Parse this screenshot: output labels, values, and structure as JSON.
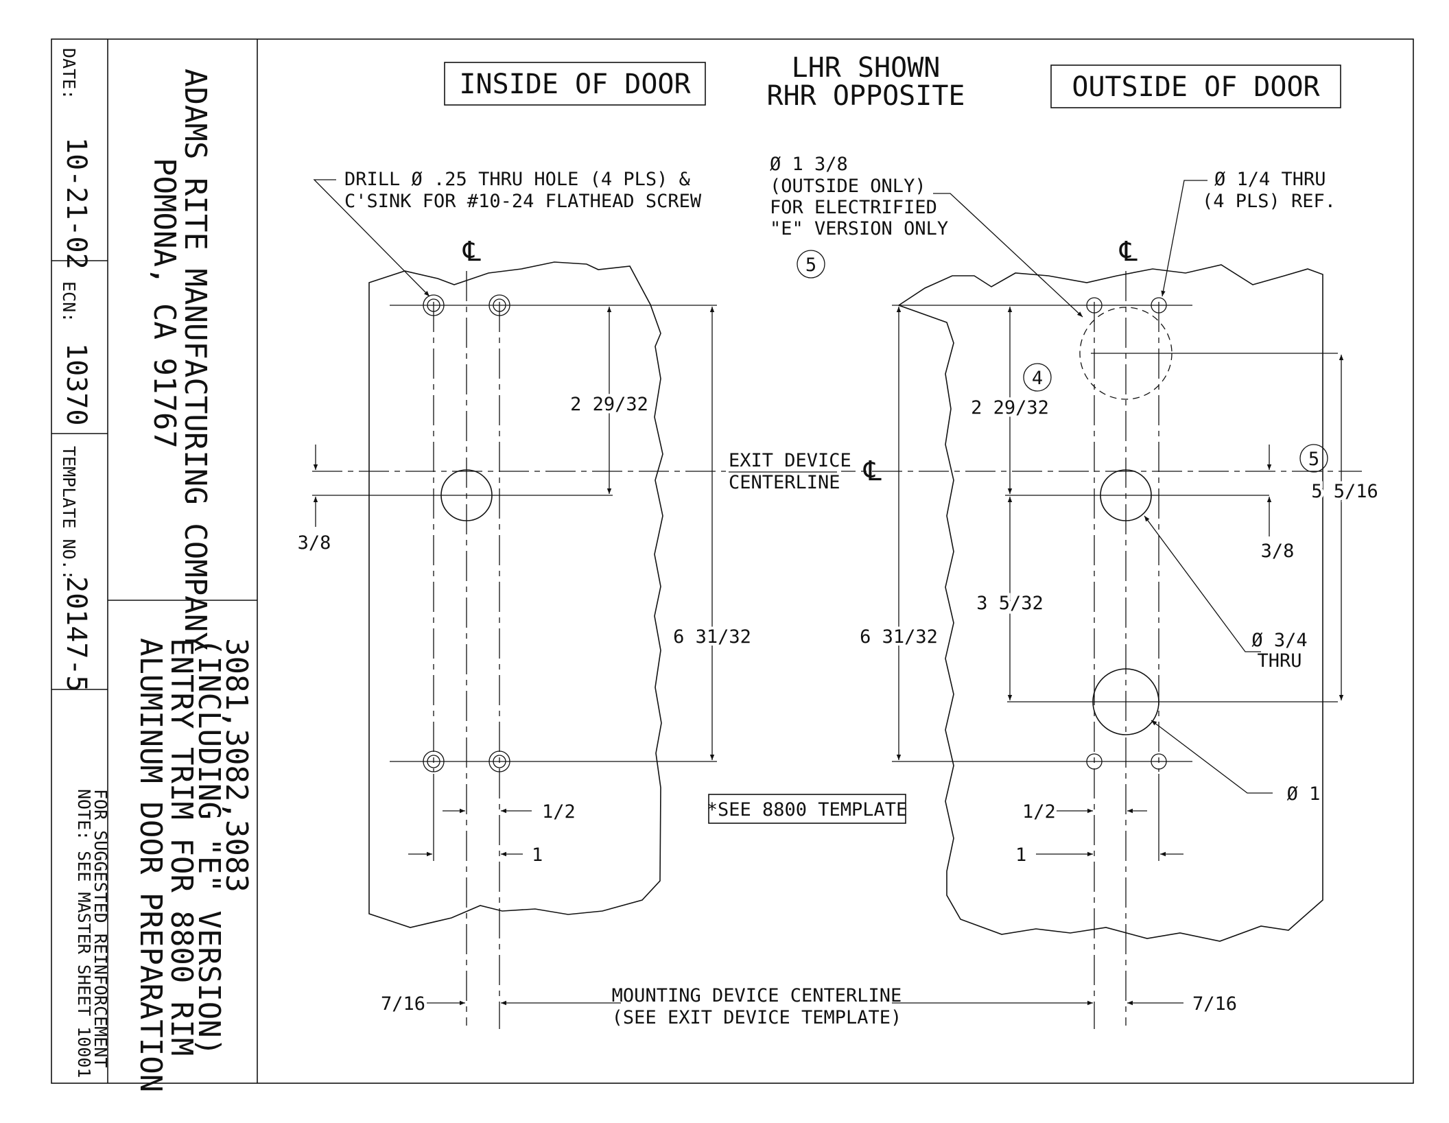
{
  "title_block": {
    "date_label": "DATE:",
    "date": "10-21-02",
    "ecn_label": "ECN:",
    "ecn": "10370",
    "template_label": "TEMPLATE NO.:",
    "template_no": "20147-5",
    "note_line1": "NOTE: SEE MASTER SHEET 10001",
    "note_line2": "FOR SUGGESTED REINFORCEMENT",
    "company_line1": "ADAMS RITE MANUFACTURING COMPANY",
    "company_line2": "POMONA, CA 91767",
    "desc_line1": "3081,3082,3083",
    "desc_line2": "(INCLUDING \"E\" VERSION)",
    "desc_line3": "ENTRY TRIM FOR 8800 RIM",
    "desc_line4": "ALUMINUM DOOR PREPARATION"
  },
  "drawing": {
    "inside_label": "INSIDE OF DOOR",
    "outside_label": "OUTSIDE OF DOOR",
    "hand_line1": "LHR SHOWN",
    "hand_line2": "RHR OPPOSITE",
    "drill_note_line1": "DRILL Ø .25 THRU HOLE (4 PLS) &",
    "drill_note_line2": "C'SINK FOR #10-24 FLATHEAD SCREW",
    "e_note_line1": "Ø 1 3/8",
    "e_note_line2": "(OUTSIDE ONLY)",
    "e_note_line3": "FOR ELECTRIFIED",
    "e_note_line4": "\"E\" VERSION ONLY",
    "thru_note_line1": "Ø 1/4 THRU",
    "thru_note_line2": "(4 PLS) REF.",
    "callout_5a": "5",
    "callout_4": "4",
    "callout_5b": "5",
    "centerline_symbol": "℄",
    "exit_line1": "EXIT DEVICE",
    "exit_line2": "CENTERLINE",
    "dim_left_2_29_32": "2 29/32",
    "dim_left_3_8": "3/8",
    "dim_left_6_31_32": "6 31/32",
    "dim_right_2_29_32": "2 29/32",
    "dim_right_6_31_32": "6 31/32",
    "dim_right_3_5_32": "3 5/32",
    "dim_right_3_8": "3/8",
    "dim_5_5_16": "5 5/16",
    "hole_3_4_line1": "Ø 3/4",
    "hole_3_4_line2": "THRU",
    "hole_1": "Ø 1",
    "see_8800": "*SEE 8800 TEMPLATE",
    "dim_left_1_2": "1/2",
    "dim_left_1": "1",
    "dim_right_1_2": "1/2",
    "dim_right_1": "1",
    "dim_left_7_16": "7/16",
    "dim_right_7_16": "7/16",
    "mount_line1": "MOUNTING DEVICE CENTERLINE",
    "mount_line2": "(SEE EXIT DEVICE TEMPLATE)"
  }
}
